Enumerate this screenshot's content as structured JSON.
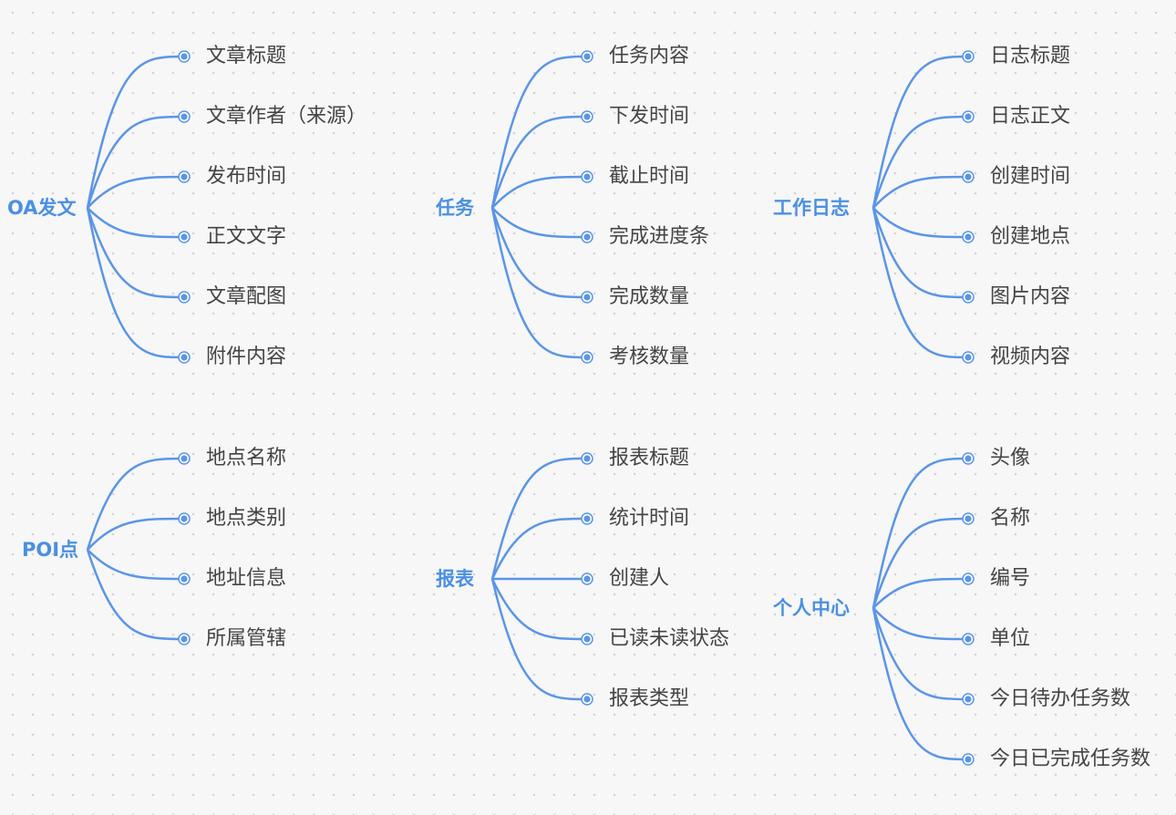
{
  "colors": {
    "link": "#5b95e6",
    "root_text": "#4a90e2",
    "leaf_text": "#444444"
  },
  "groups": [
    {
      "title": "OA发文",
      "children": [
        "文章标题",
        "文章作者（来源）",
        "发布时间",
        "正文文字",
        "文章配图",
        "附件内容"
      ]
    },
    {
      "title": "任务",
      "children": [
        "任务内容",
        "下发时间",
        "截止时间",
        "完成进度条",
        "完成数量",
        "考核数量"
      ]
    },
    {
      "title": "工作日志",
      "children": [
        "日志标题",
        "日志正文",
        "创建时间",
        "创建地点",
        "图片内容",
        "视频内容"
      ]
    },
    {
      "title": "POI点",
      "children": [
        "地点名称",
        "地点类别",
        "地址信息",
        "所属管辖"
      ]
    },
    {
      "title": "报表",
      "children": [
        "报表标题",
        "统计时间",
        "创建人",
        "已读未读状态",
        "报表类型"
      ]
    },
    {
      "title": "个人中心",
      "children": [
        "头像",
        "名称",
        "编号",
        "单位",
        "今日待办任务数",
        "今日已完成任务数"
      ]
    }
  ]
}
